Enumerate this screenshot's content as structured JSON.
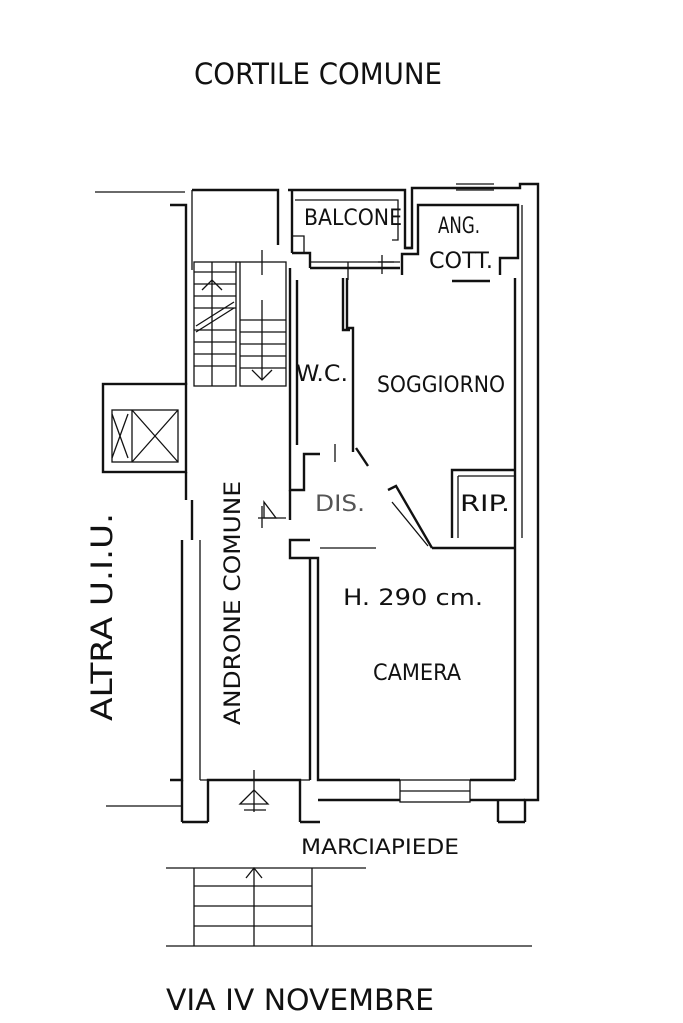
{
  "labels": {
    "cortile": "CORTILE COMUNE",
    "balcone": "BALCONE",
    "ang1": "ANG.",
    "ang2": "COTT.",
    "wc": "W.C.",
    "soggiorno": "SOGGIORNO",
    "dis": "DIS.",
    "rip": "RIP.",
    "height": "H. 290 cm.",
    "camera": "CAMERA",
    "androne": "ANDRONE COMUNE",
    "altra": "ALTRA U.I.U.",
    "marciapiede": "MARCIAPIEDE",
    "via": "VIA IV NOVEMBRE"
  }
}
